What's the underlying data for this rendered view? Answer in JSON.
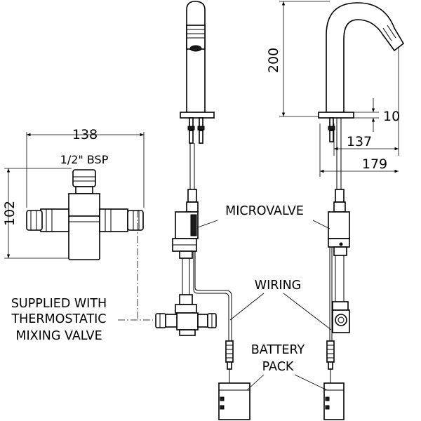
{
  "dimensions": {
    "width_valve": "138",
    "height_valve": "102",
    "inlet": "1/2\" BSP",
    "spout_height": "200",
    "base_thickness": "10",
    "reach": "137",
    "overall_reach": "179"
  },
  "callouts": {
    "microvalve": "MICROVALVE",
    "wiring": "WIRING",
    "battery_line1": "BATTERY",
    "battery_line2": "PACK",
    "supplied_line1": "SUPPLIED WITH",
    "supplied_line2": "THERMOSTATIC",
    "supplied_line3": "MIXING VALVE"
  }
}
